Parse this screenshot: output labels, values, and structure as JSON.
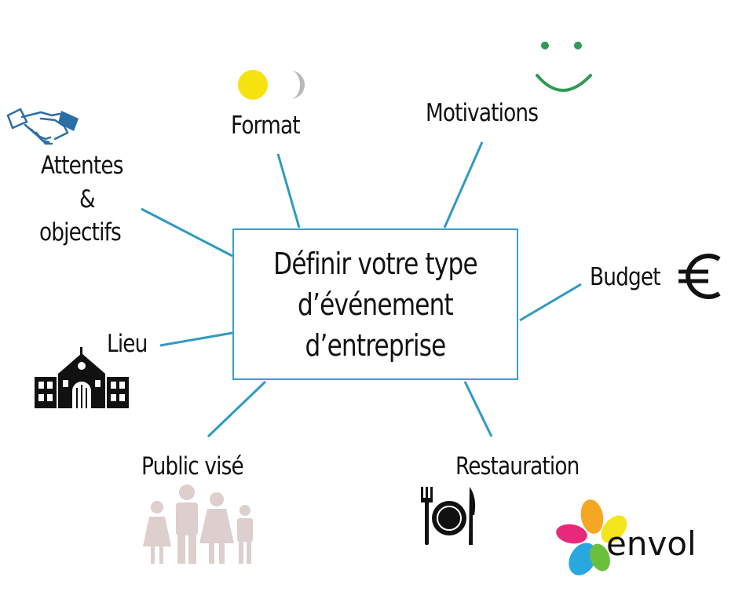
{
  "center": {
    "label": "Définir votre type d’événement d’entreprise"
  },
  "branches": {
    "attentes_line1": "Attentes",
    "attentes_line2": "&",
    "attentes_line3": "objectifs",
    "format": "Format",
    "motivations": "Motivations",
    "budget": "Budget",
    "lieu": "Lieu",
    "public": "Public visé",
    "restauration": "Restauration"
  },
  "logo": {
    "text": "envol"
  },
  "colors": {
    "line": "#2f9ac4",
    "box_border": "#3a9fc8",
    "sun": "#f5e20e",
    "moon": "#b8b8b8",
    "smile": "#2e9a55",
    "handshake": "#2b6ea6",
    "people": "#dccfcd"
  }
}
